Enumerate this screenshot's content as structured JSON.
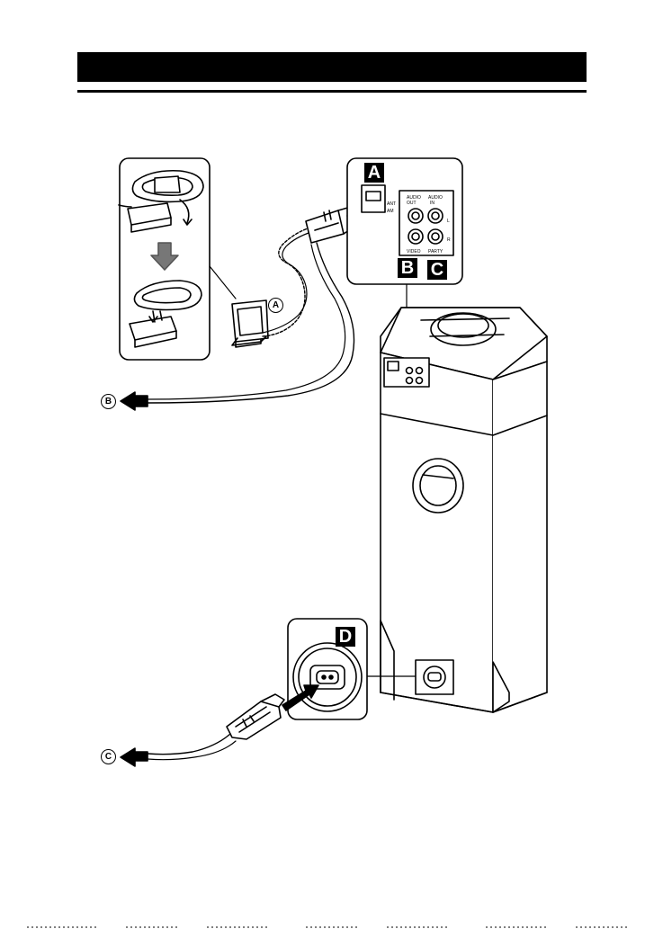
{
  "panel_labels": {
    "a": "A",
    "b": "B",
    "c": "C",
    "d": "D"
  },
  "callouts": {
    "a": "A",
    "b": "B",
    "c": "C"
  },
  "jack_labels": {
    "audio_out": "AUDIO OUT",
    "audio_in": "AUDIO IN",
    "antenna": "ANTENNA AM",
    "video_out": "VIDEO OUT",
    "party_chain_in": "PARTY CHAIN IN",
    "l": "L",
    "r": "R"
  },
  "colors": {
    "ink": "#000000",
    "panel_fill": "#ffffff",
    "arrow": "#000000"
  }
}
